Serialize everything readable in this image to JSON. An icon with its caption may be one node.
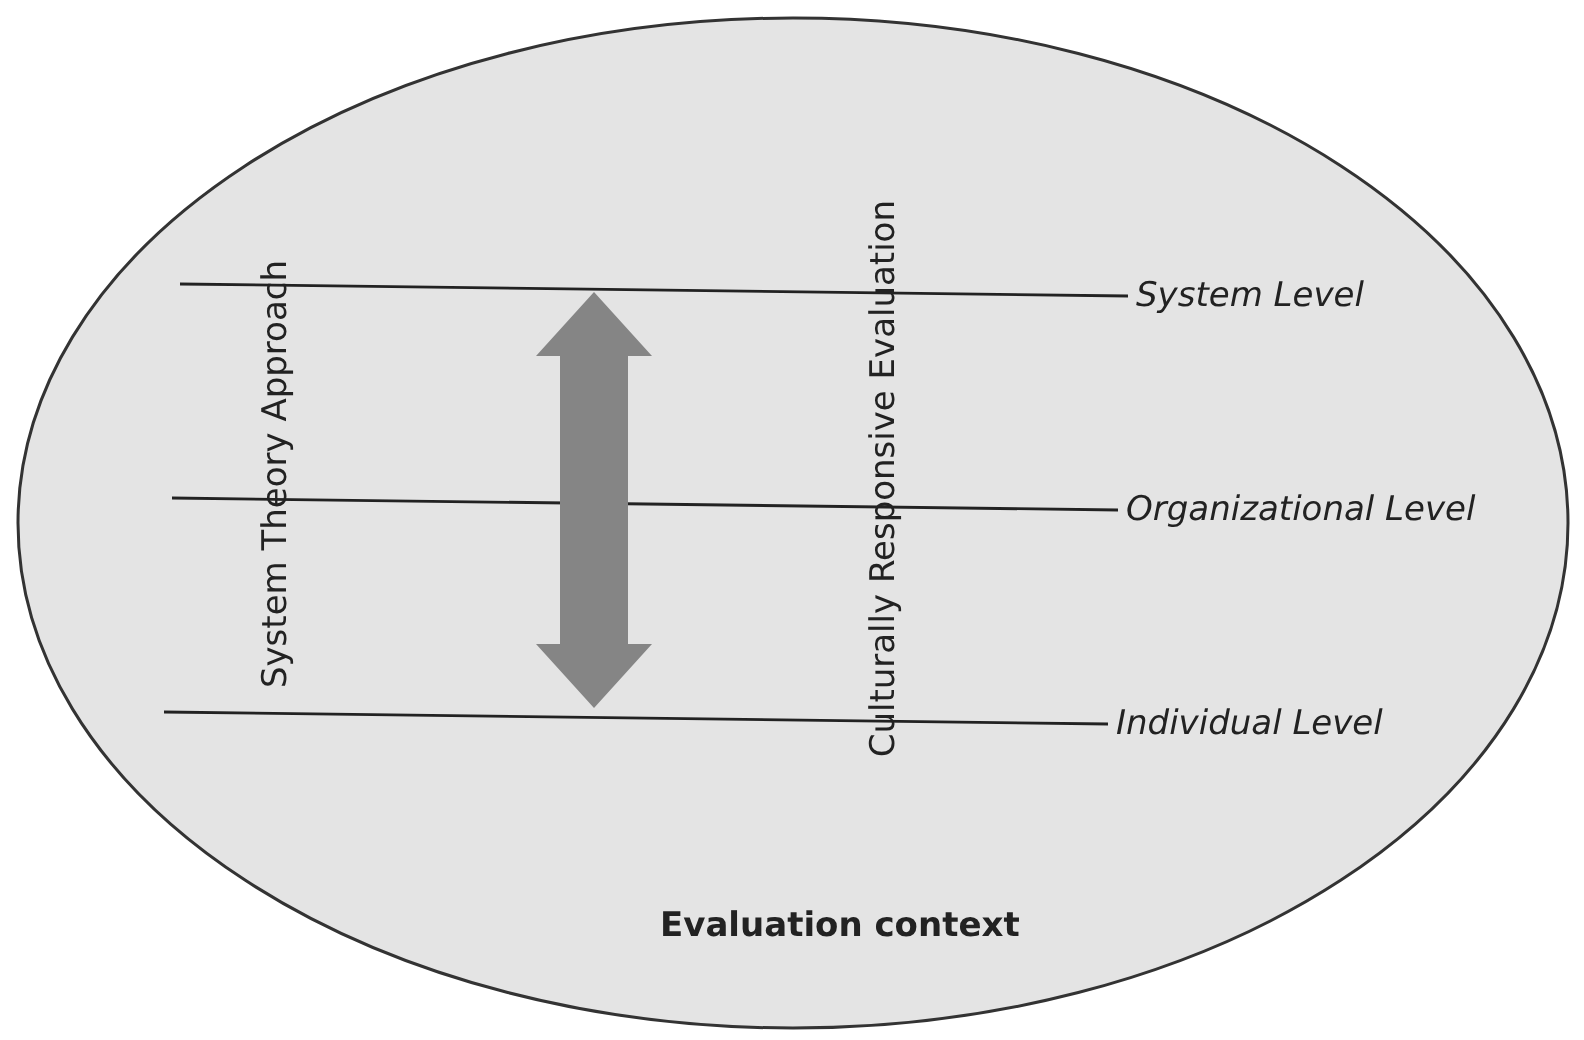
{
  "diagram": {
    "nodes": [
      {
        "text": [
          "Evaluation context"
        ]
      },
      {
        "text": [
          "System Theory Approach"
        ],
        "in": 0
      },
      {
        "text": [
          "Culturally Responsive Evaluation"
        ],
        "in": 0
      },
      {
        "text": [
          "System Level"
        ],
        "in": 0
      },
      {
        "text": [
          "Organizational Level"
        ],
        "in": 0
      },
      {
        "text": [
          "Individual Level"
        ],
        "in": 0
      }
    ],
    "edges": [
      {
        "from": 3,
        "to": null,
        "arrow": "none"
      },
      {
        "from": 4,
        "to": null,
        "arrow": "none"
      },
      {
        "from": 5,
        "to": null,
        "arrow": "none"
      }
    ]
  }
}
